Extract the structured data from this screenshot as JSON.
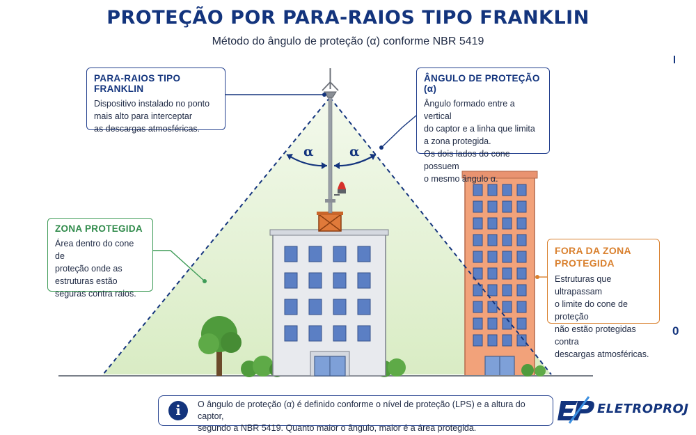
{
  "header": {
    "title": "PROTEÇÃO POR PARA-RAIOS TIPO FRANKLIN",
    "subtitle": "Método do ângulo de proteção (α) conforme NBR 5419"
  },
  "callouts": {
    "franklin": {
      "title": "PARA-RAIOS TIPO FRANKLIN",
      "lines": [
        "Dispositivo instalado no ponto",
        "mais alto para interceptar",
        "as descargas atmosféricas."
      ]
    },
    "angle": {
      "title": "ÂNGULO DE PROTEÇÃO (α)",
      "lines": [
        "Ângulo formado entre a vertical",
        "do captor e a linha que limita",
        "a zona protegida.",
        "Os dois lados do cone possuem",
        "o mesmo ângulo α."
      ]
    },
    "protected": {
      "title": "ZONA PROTEGIDA",
      "lines": [
        "Área dentro do cone de",
        "proteção onde as",
        "estruturas estão",
        "seguras contra raios."
      ]
    },
    "outside": {
      "title_lines": [
        "FORA DA ZONA",
        "PROTEGIDA"
      ],
      "lines": [
        "Estruturas que ultrapassam",
        "o limite do cone de proteção",
        "não estão protegidas contra",
        "descargas atmosféricas."
      ]
    }
  },
  "angle_labels": {
    "left": "α",
    "right": "α"
  },
  "info": {
    "icon": "info-icon",
    "lines": [
      "O ângulo de proteção (α) é definido conforme o nível de proteção (LPS) e a altura do captor,",
      "segundo a NBR 5419.  Quanto maior o ângulo, maior é a área protegida."
    ]
  },
  "brand": {
    "name": "ELETROPROJ",
    "icon": "ep-logo-icon"
  },
  "edge_mark": "0",
  "colors": {
    "navy": "#13347d",
    "zone_green": "#e3f2d3",
    "green": "#3e9b57",
    "orange": "#d9802e",
    "building_gray": "#e8eaee",
    "tall_building": "#f2a27a",
    "window_blue": "#5b7fc4"
  }
}
